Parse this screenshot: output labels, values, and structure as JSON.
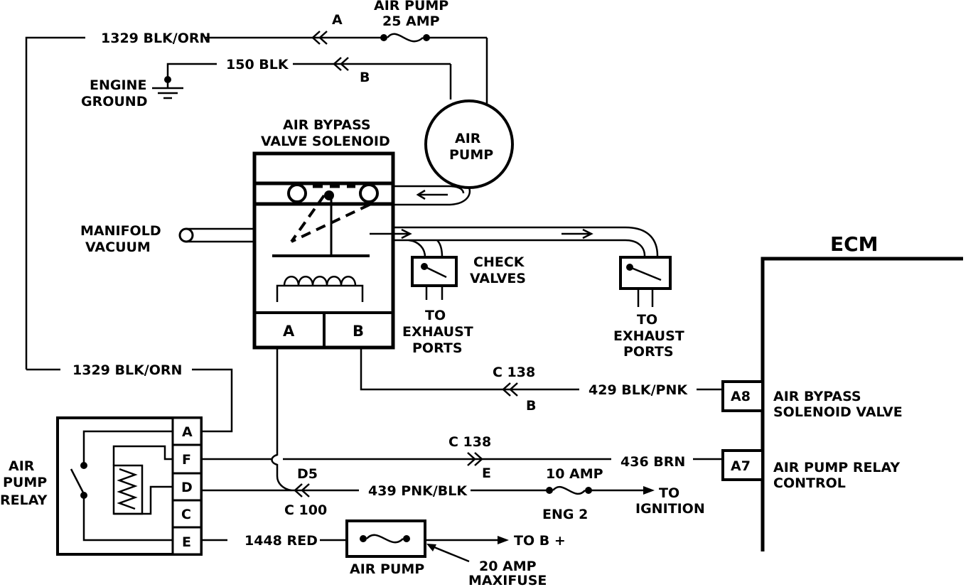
{
  "labels": {
    "wire_1329_top": "1329 BLK/ORN",
    "conn_a_top": "A",
    "air_pump_fuse_line1": "AIR PUMP",
    "air_pump_fuse_line2": "25 AMP",
    "wire_150": "150 BLK",
    "conn_b_top": "B",
    "engine_ground_line1": "ENGINE",
    "engine_ground_line2": "GROUND",
    "air_pump_line1": "AIR",
    "air_pump_line2": "PUMP",
    "bypass_line1": "AIR BYPASS",
    "bypass_line2": "VALVE SOLENOID",
    "manifold_line1": "MANIFOLD",
    "manifold_line2": "VACUUM",
    "check_valves_line1": "CHECK",
    "check_valves_line2": "VALVES",
    "exhaust1_line1": "TO",
    "exhaust1_line2": "EXHAUST",
    "exhaust1_line3": "PORTS",
    "exhaust2_line1": "TO",
    "exhaust2_line2": "EXHAUST",
    "exhaust2_line3": "PORTS",
    "solenoid_pin_a": "A",
    "solenoid_pin_b": "B",
    "ecm": "ECM",
    "wire_1329_bottom": "1329 BLK/ORN",
    "c138_upper": "C 138",
    "c138_upper_pin": "B",
    "wire_429": "429 BLK/PNK",
    "ecm_pin_a8": "A8",
    "a8_line1": "AIR BYPASS",
    "a8_line2": "SOLENOID VALVE",
    "relay_line1": "AIR",
    "relay_line2": "PUMP",
    "relay_line3": "RELAY",
    "relay_pin_a": "A",
    "relay_pin_f": "F",
    "relay_pin_d": "D",
    "relay_pin_c": "C",
    "relay_pin_e": "E",
    "c138_lower": "C 138",
    "c138_lower_pin": "E",
    "wire_436": "436 BRN",
    "ecm_pin_a7": "A7",
    "a7_line1": "AIR PUMP RELAY",
    "a7_line2": "CONTROL",
    "d5": "D5",
    "c100": "C 100",
    "wire_439": "439 PNK/BLK",
    "fuse_10amp": "10 AMP",
    "eng2": "ENG 2",
    "to_ignition_line1": "TO",
    "to_ignition_line2": "IGNITION",
    "wire_1448": "1448 RED",
    "to_b_plus": "TO B +",
    "maxifuse_name": "AIR PUMP",
    "maxifuse_line1": "20 AMP",
    "maxifuse_line2": "MAXIFUSE"
  }
}
